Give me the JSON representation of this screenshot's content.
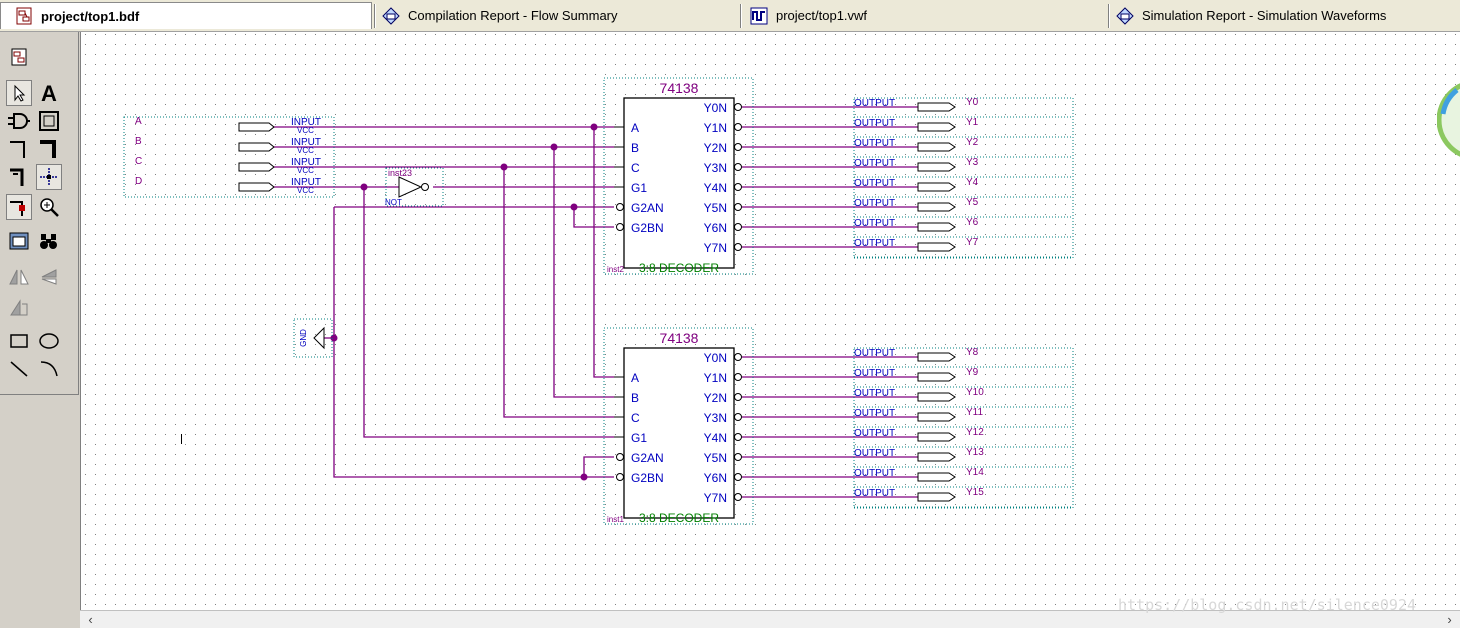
{
  "tabs": [
    {
      "label": "project/top1.bdf",
      "active": true,
      "icon": "bdf-file-icon"
    },
    {
      "label": "Compilation Report - Flow Summary",
      "active": false,
      "icon": "report-icon"
    },
    {
      "label": "project/top1.vwf",
      "active": false,
      "icon": "waveform-file-icon"
    },
    {
      "label": "Simulation Report - Simulation Waveforms",
      "active": false,
      "icon": "report-icon"
    }
  ],
  "toolbar": {
    "icons": [
      "block-symbol-icon",
      "selection-tool-icon",
      "text-tool-icon",
      "symbol-tool-icon",
      "block-tool-icon",
      "orthogonal-node-tool-icon",
      "orthogonal-bus-tool-icon",
      "conduit-tool-icon",
      "rubberbanding-icon",
      "partial-line-selection-icon",
      "zoom-tool-icon",
      "full-screen-icon",
      "find-icon",
      "flip-horizontal-icon",
      "flip-vertical-icon",
      "rotate-icon",
      "rectangle-tool-icon",
      "ellipse-tool-icon",
      "line-tool-icon",
      "arc-tool-icon"
    ]
  },
  "schematic": {
    "inputs": [
      {
        "name": "A",
        "type": "INPUT",
        "default": "VCC"
      },
      {
        "name": "B",
        "type": "INPUT",
        "default": "VCC"
      },
      {
        "name": "C",
        "type": "INPUT",
        "default": "VCC"
      },
      {
        "name": "D",
        "type": "INPUT",
        "default": "VCC"
      }
    ],
    "not_gate": {
      "instance": "inst23",
      "type": "NOT"
    },
    "gnd": {
      "label": "GND"
    },
    "decoders": [
      {
        "part": "74138",
        "instance": "inst2",
        "description": "3:8 DECODER",
        "left_pins": [
          "A",
          "B",
          "C",
          "G1",
          "G2AN",
          "G2BN"
        ],
        "right_pins": [
          "Y0N",
          "Y1N",
          "Y2N",
          "Y3N",
          "Y4N",
          "Y5N",
          "Y6N",
          "Y7N"
        ]
      },
      {
        "part": "74138",
        "instance": "inst1",
        "description": "3:8 DECODER",
        "left_pins": [
          "A",
          "B",
          "C",
          "G1",
          "G2AN",
          "G2BN"
        ],
        "right_pins": [
          "Y0N",
          "Y1N",
          "Y2N",
          "Y3N",
          "Y4N",
          "Y5N",
          "Y6N",
          "Y7N"
        ]
      }
    ],
    "output_type": "OUTPUT",
    "outputs": [
      "Y0",
      "Y1",
      "Y2",
      "Y3",
      "Y4",
      "Y5",
      "Y6",
      "Y7",
      "Y8",
      "Y9",
      "Y10",
      "Y11",
      "Y12",
      "Y13",
      "Y14",
      "Y15"
    ]
  },
  "watermark": "https://blog.csdn.net/silence0924",
  "colors": {
    "wire": "#800080",
    "symbol_text": "#0000c0",
    "instance_text": "#800080",
    "desc_text": "#008000",
    "dots": "#7f7f7f"
  }
}
